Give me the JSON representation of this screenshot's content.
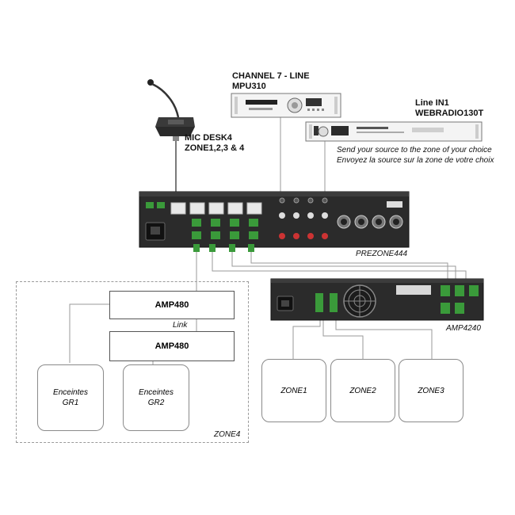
{
  "mic": {
    "title": "MIC DESK4",
    "subtitle": "ZONE1,2,3 & 4"
  },
  "channel7": {
    "title": "CHANNEL 7 - LINE",
    "subtitle": "MPU310"
  },
  "linein": {
    "title": "Line IN1",
    "subtitle": "WEBRADIO130T"
  },
  "note": {
    "line1": "Send your source to the zone of your choice",
    "line2": "Envoyez la source sur la zone de votre choix"
  },
  "devices": {
    "prezone": "PREZONE444",
    "amp4240": "AMP4240",
    "amp480_top": "AMP480",
    "amp480_bottom": "AMP480",
    "link": "Link",
    "zone4": "ZONE4"
  },
  "speakers": [
    {
      "line1": "Enceintes",
      "line2": "GR1"
    },
    {
      "line1": "Enceintes",
      "line2": "GR2"
    }
  ],
  "zones": [
    "ZONE1",
    "ZONE2",
    "ZONE3"
  ]
}
